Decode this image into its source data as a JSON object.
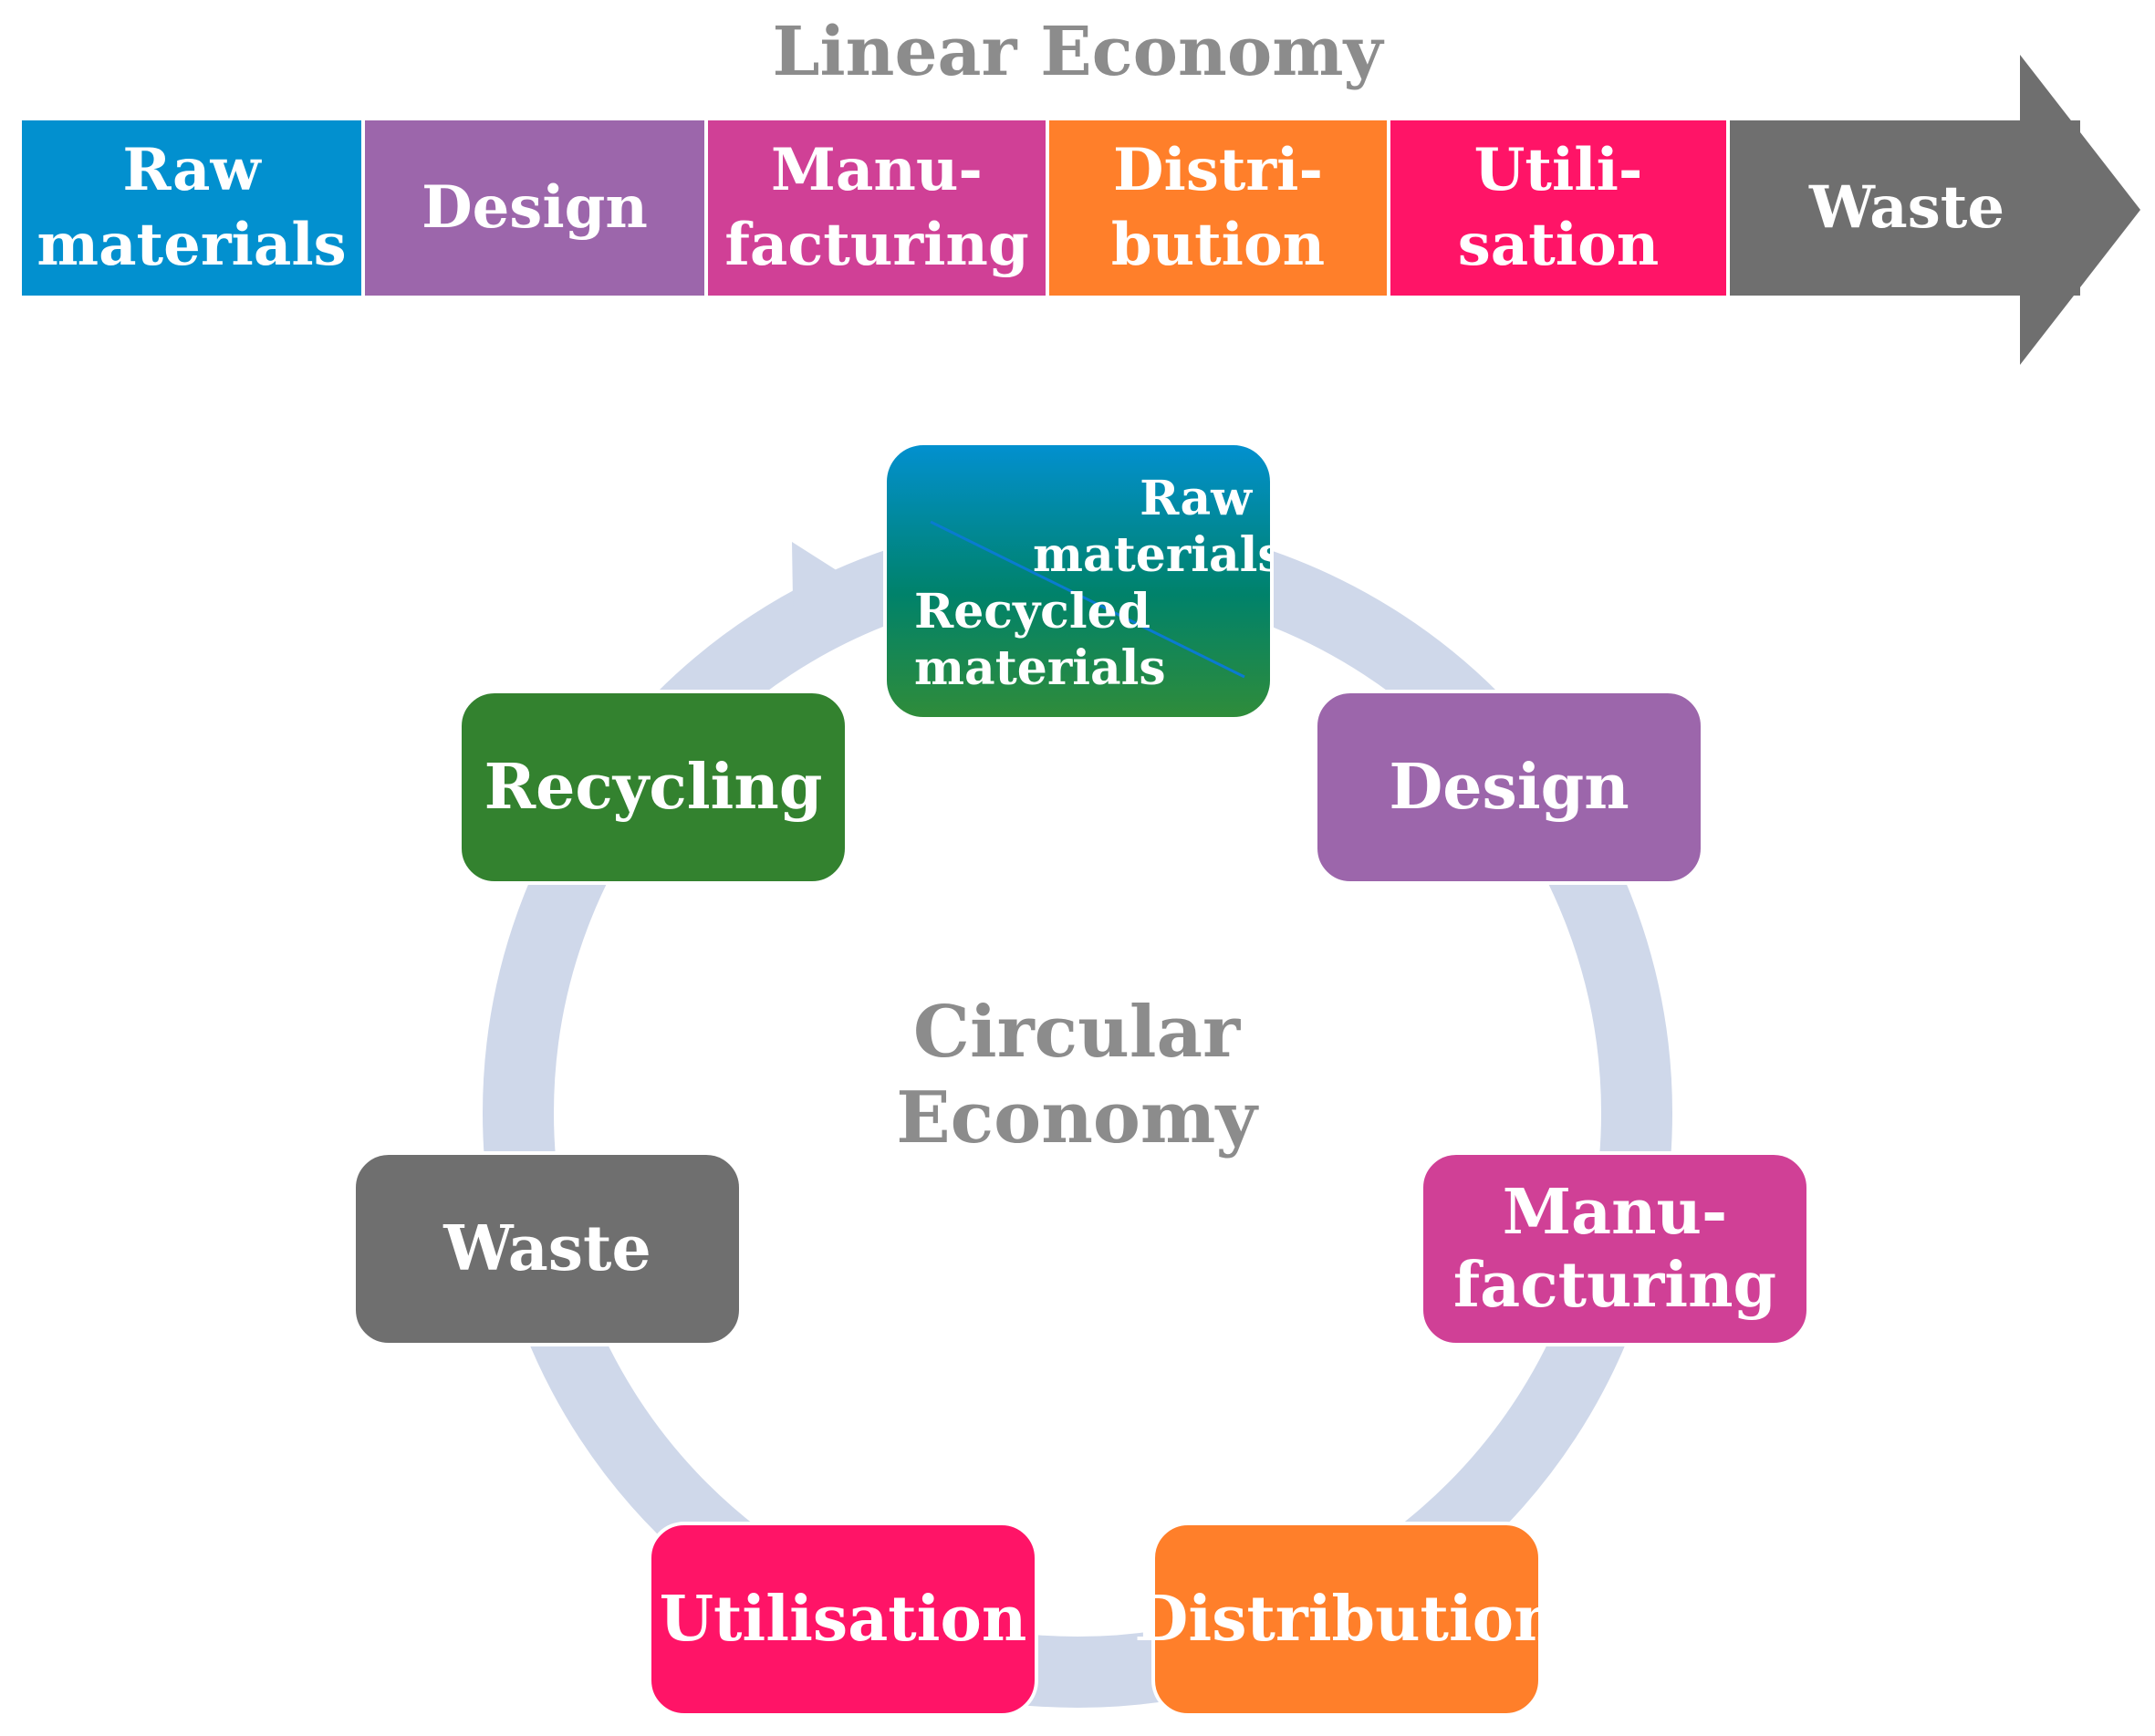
{
  "linear": {
    "title": "Linear Economy",
    "steps": [
      {
        "label": "Raw\nmaterials",
        "color": "#0290cf"
      },
      {
        "label": "Design",
        "color": "#9c66ab"
      },
      {
        "label": "Manu-\nfacturing",
        "color": "#d04096"
      },
      {
        "label": "Distri-\nbution",
        "color": "#ff7f2a"
      },
      {
        "label": "Utili-\nsation",
        "color": "#ff1467"
      }
    ],
    "end": {
      "label": "Waste",
      "color": "#6f6f6f"
    }
  },
  "circular": {
    "title": "Circular\nEconomy",
    "ring_color": "#cfd8ea",
    "top_box": {
      "upper_label": "Raw\nmaterials",
      "lower_label": "Recycled\nmaterials",
      "gradient": [
        "#0290cf",
        "#00826a",
        "#2f8c3a"
      ],
      "divider_color": "#0a7bd0"
    },
    "steps": [
      {
        "label": "Design",
        "color": "#9c66ab"
      },
      {
        "label": "Manu-\nfacturing",
        "color": "#d04096"
      },
      {
        "label": "Distribution",
        "color": "#ff7f2a"
      },
      {
        "label": "Utilisation",
        "color": "#ff1467"
      },
      {
        "label": "Waste",
        "color": "#6f6f6f"
      },
      {
        "label": "Recycling",
        "color": "#33822f"
      }
    ]
  }
}
